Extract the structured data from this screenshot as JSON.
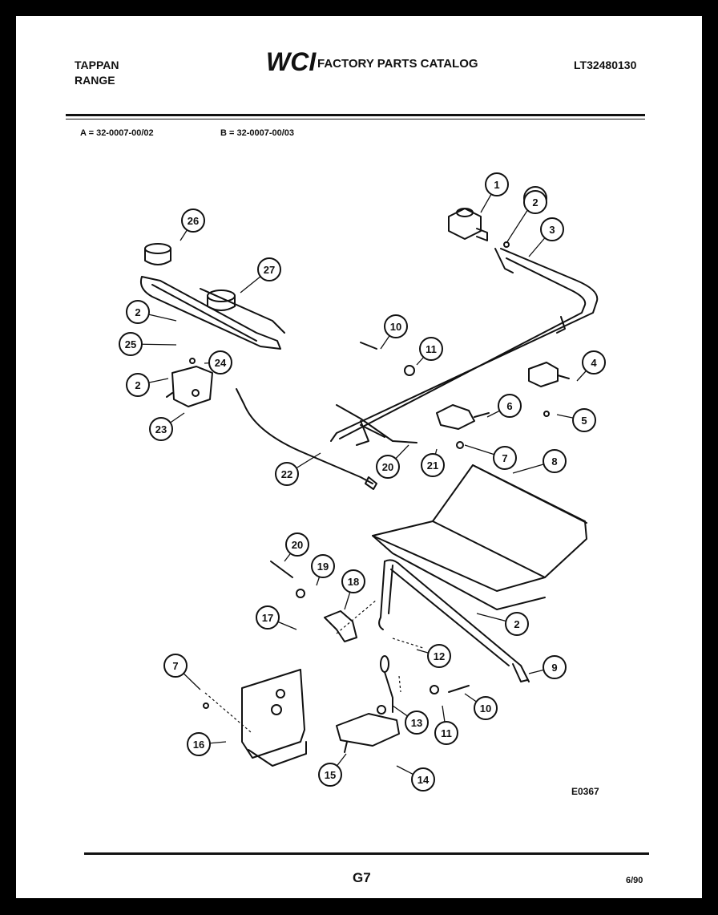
{
  "header": {
    "brand_line1": "TAPPAN",
    "brand_line2": "RANGE",
    "logo_text": "WCI",
    "catalog_title": "FACTORY PARTS CATALOG",
    "model_number": "LT32480130"
  },
  "variants": {
    "a": "A = 32-0007-00/02",
    "b": "B = 32-0007-00/03"
  },
  "diagram": {
    "code": "E0367",
    "callouts": [
      "1",
      "2",
      "3",
      "2",
      "26",
      "27",
      "2",
      "25",
      "2",
      "24",
      "23",
      "10",
      "11",
      "4",
      "5",
      "6",
      "7",
      "22",
      "20",
      "21",
      "8",
      "20",
      "19",
      "18",
      "17",
      "2",
      "12",
      "9",
      "7",
      "16",
      "13",
      "10",
      "11",
      "15",
      "14"
    ]
  },
  "footer": {
    "page": "G7",
    "date": "6/90"
  }
}
